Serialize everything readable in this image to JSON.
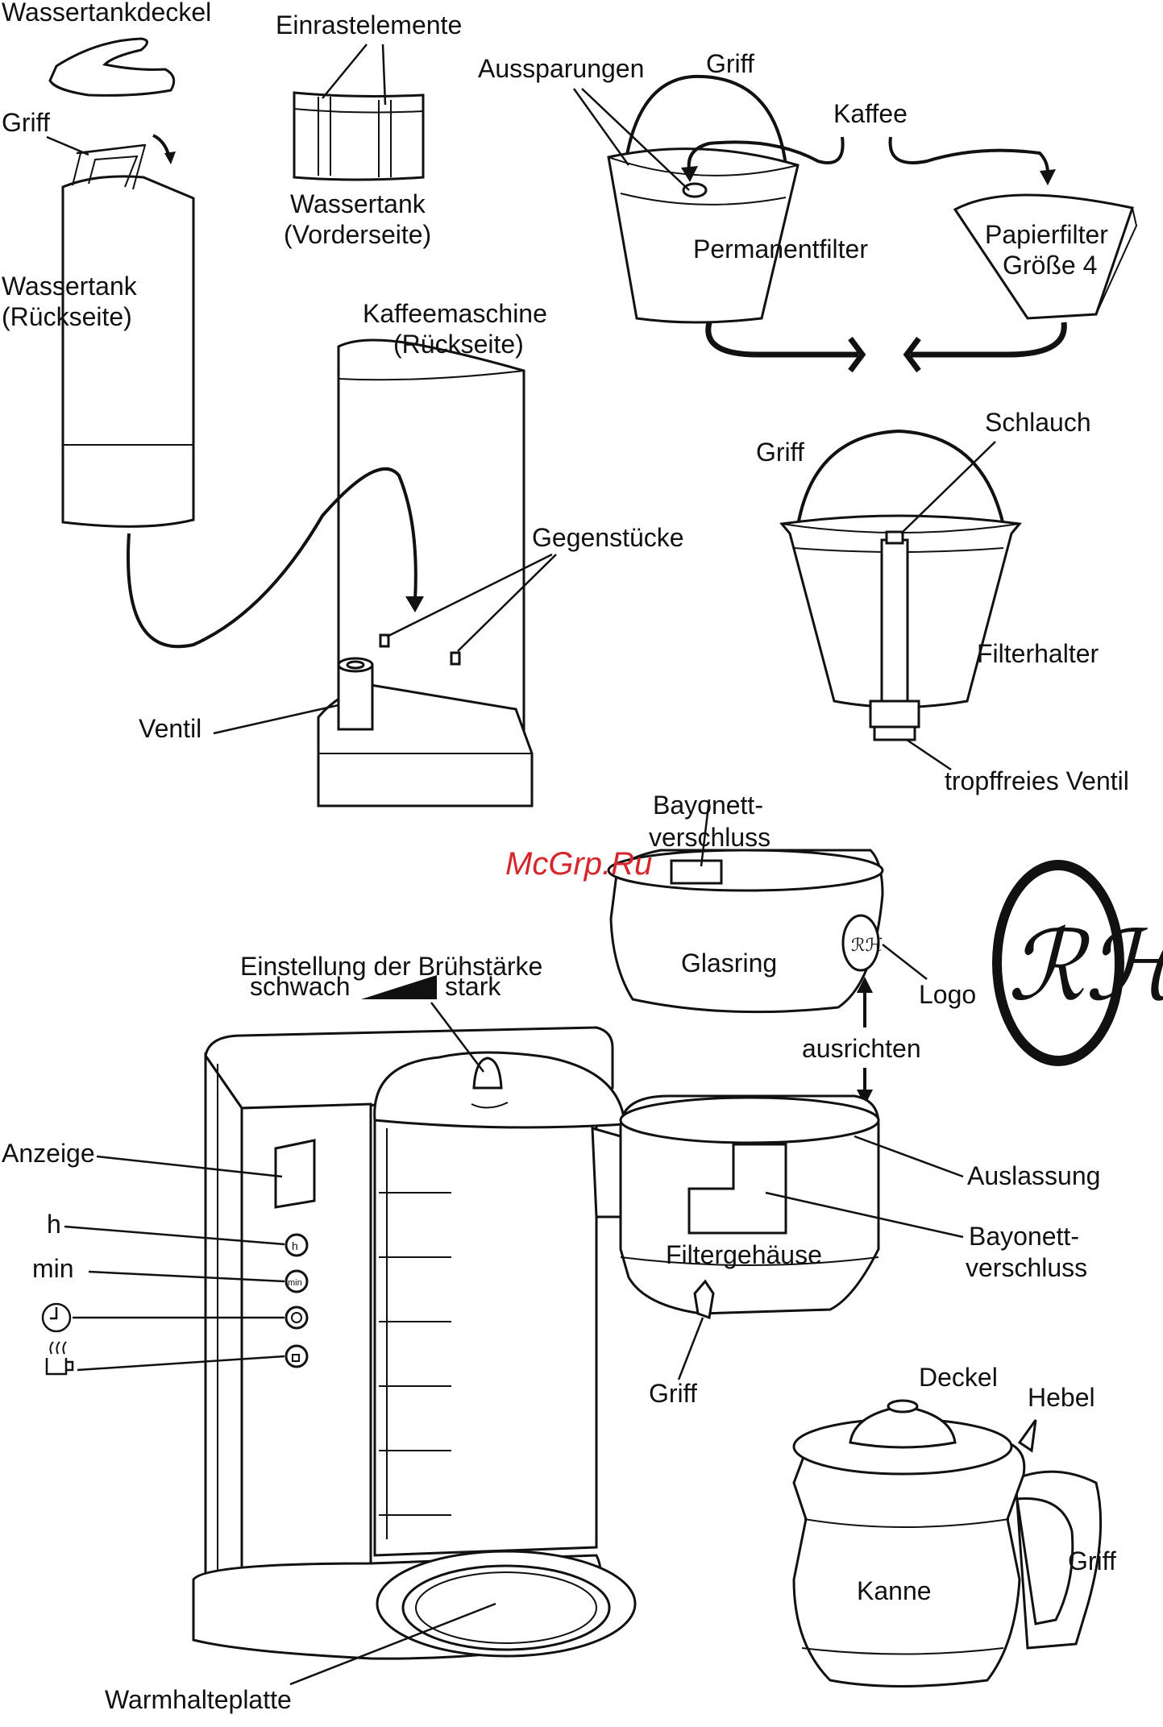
{
  "watermark": "McGrp.Ru",
  "colors": {
    "ink": "#111111",
    "watermark": "#d6262b",
    "background": "#ffffff"
  },
  "labels": {
    "wassertankdeckel": "Wassertankdeckel",
    "griff_tank": "Griff",
    "wassertank_rueckseite_1": "Wassertank",
    "wassertank_rueckseite_2": "(Rückseite)",
    "einrastelemente": "Einrastelemente",
    "wassertank_vorderseite_1": "Wassertank",
    "wassertank_vorderseite_2": "(Vorderseite)",
    "aussparungen": "Aussparungen",
    "griff_permanent": "Griff",
    "kaffee": "Kaffee",
    "permanentfilter": "Permanentfilter",
    "papierfilter_1": "Papierfilter",
    "papierfilter_2": "Größe 4",
    "kaffeemaschine_1": "Kaffeemaschine",
    "kaffeemaschine_2": "(Rückseite)",
    "gegenstuecke": "Gegenstücke",
    "ventil": "Ventil",
    "griff_filterhalter": "Griff",
    "schlauch": "Schlauch",
    "filterhalter": "Filterhalter",
    "tropffreies_ventil": "tropffreies Ventil",
    "bayonett_glasring_1": "Bayonett-",
    "bayonett_glasring_2": "verschluss",
    "glasring": "Glasring",
    "logo": "Logo",
    "ausrichten": "ausrichten",
    "einstellung": "Einstellung der Brühstärke",
    "schwach": "schwach",
    "stark": "stark",
    "anzeige": "Anzeige",
    "h": "h",
    "min": "min",
    "auslassung": "Auslassung",
    "bayonett_gehaeuse_1": "Bayonett-",
    "bayonett_gehaeuse_2": "verschluss",
    "filtergehaeuse": "Filtergehäuse",
    "griff_gehaeuse": "Griff",
    "deckel": "Deckel",
    "hebel": "Hebel",
    "griff_kanne": "Griff",
    "kanne": "Kanne",
    "warmhalteplatte": "Warmhalteplatte"
  },
  "buttons": {
    "h_button": "h",
    "min_button": "min"
  },
  "icons": [
    "clock-icon",
    "steam-cup-icon",
    "monogram-logo-icon",
    "arrow-icon"
  ]
}
